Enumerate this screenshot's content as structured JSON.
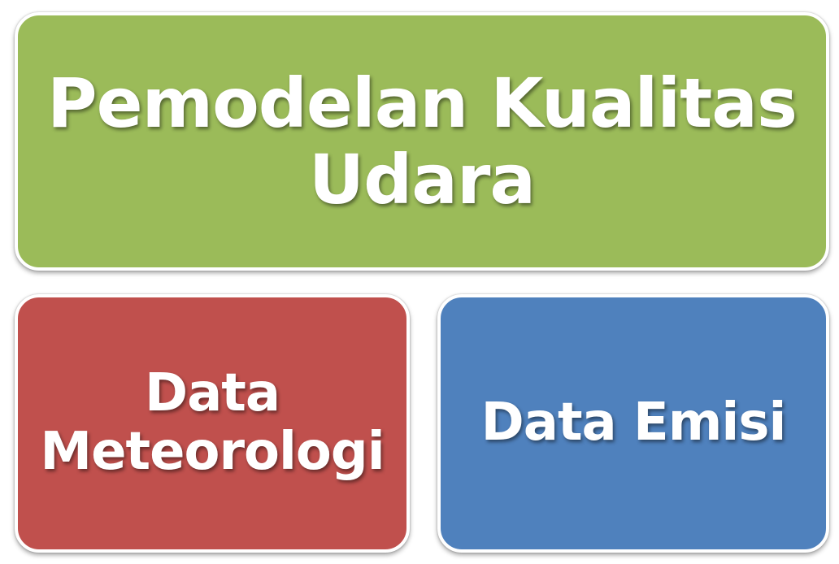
{
  "diagram": {
    "boxes": [
      {
        "id": "top",
        "text_lines": [
          "Pemodelan Kualitas",
          "Udara"
        ],
        "color": "#9BBB59"
      },
      {
        "id": "left",
        "text_lines": [
          "Data",
          "Meteorologi"
        ],
        "color": "#C0504D"
      },
      {
        "id": "right",
        "text_lines": [
          "Data Emisi"
        ],
        "color": "#4F81BD"
      }
    ]
  }
}
